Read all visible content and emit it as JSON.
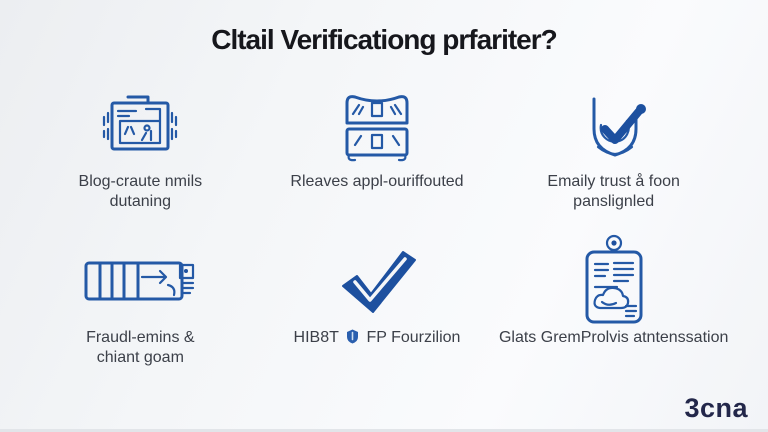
{
  "page": {
    "title": "Cltail Verificationg prfariter?",
    "logo": "3cna",
    "accent_blue": "#2459a6",
    "background": "#f4f6f8"
  },
  "items": [
    {
      "icon": "vibrating-mail-folder-icon",
      "lines": [
        "Blog-craute nmils",
        "dutaning"
      ]
    },
    {
      "icon": "stacked-mail-trays-icon",
      "lines": [
        "Rleaves appl-ouriffouted"
      ]
    },
    {
      "icon": "shield-check-icon",
      "lines": [
        "Emaily trust å foon",
        "panslignled"
      ]
    },
    {
      "icon": "fraud-list-arrow-icon",
      "lines": [
        "Fraudl-emins &",
        "chiant goam"
      ]
    },
    {
      "icon": "bold-check-icon",
      "label_left": "HIB8T",
      "label_right": "FP Fourzilion",
      "inline_icon": "mini-shield-icon"
    },
    {
      "icon": "id-card-report-icon",
      "lines": [
        "Glats GremProlvis atntenssation"
      ]
    }
  ]
}
